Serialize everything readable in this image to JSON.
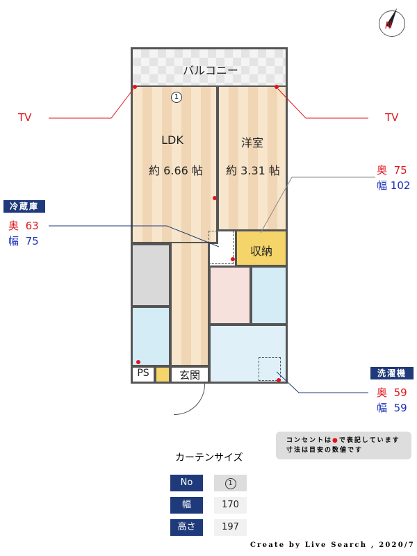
{
  "compass": {
    "label": "N"
  },
  "rooms": {
    "balcony": "バルコニー",
    "ldk": "LDK",
    "ldk_size": "約 6.66 帖",
    "western": "洋室",
    "western_size": "約 3.31 帖",
    "storage": "収納",
    "entrance": "玄関",
    "ps": "PS",
    "window_marker": "1"
  },
  "tv_left": "TV",
  "tv_right": "TV",
  "storage_dims": {
    "depth_label": "奥",
    "depth": "75",
    "width_label": "幅",
    "width": "102"
  },
  "fridge": {
    "title": "冷蔵庫",
    "depth_label": "奥",
    "depth": "63",
    "width_label": "幅",
    "width": "75"
  },
  "washer": {
    "title": "洗濯機",
    "depth_label": "奥",
    "depth": "59",
    "width_label": "幅",
    "width": "59"
  },
  "note": {
    "line1_a": "コンセントは",
    "line1_b": "で表記しています",
    "line2": "寸法は目安の数値です"
  },
  "curtain": {
    "title": "カーテンサイズ",
    "rows": [
      {
        "label": "No",
        "value": "1"
      },
      {
        "label": "幅",
        "value": "170"
      },
      {
        "label": "高さ",
        "value": "197"
      }
    ]
  },
  "footer": "Create by Live Search , 2020/7",
  "colors": {
    "navy": "#1f3a7a",
    "red": "#e0141e",
    "blue": "#1a2fb8"
  }
}
